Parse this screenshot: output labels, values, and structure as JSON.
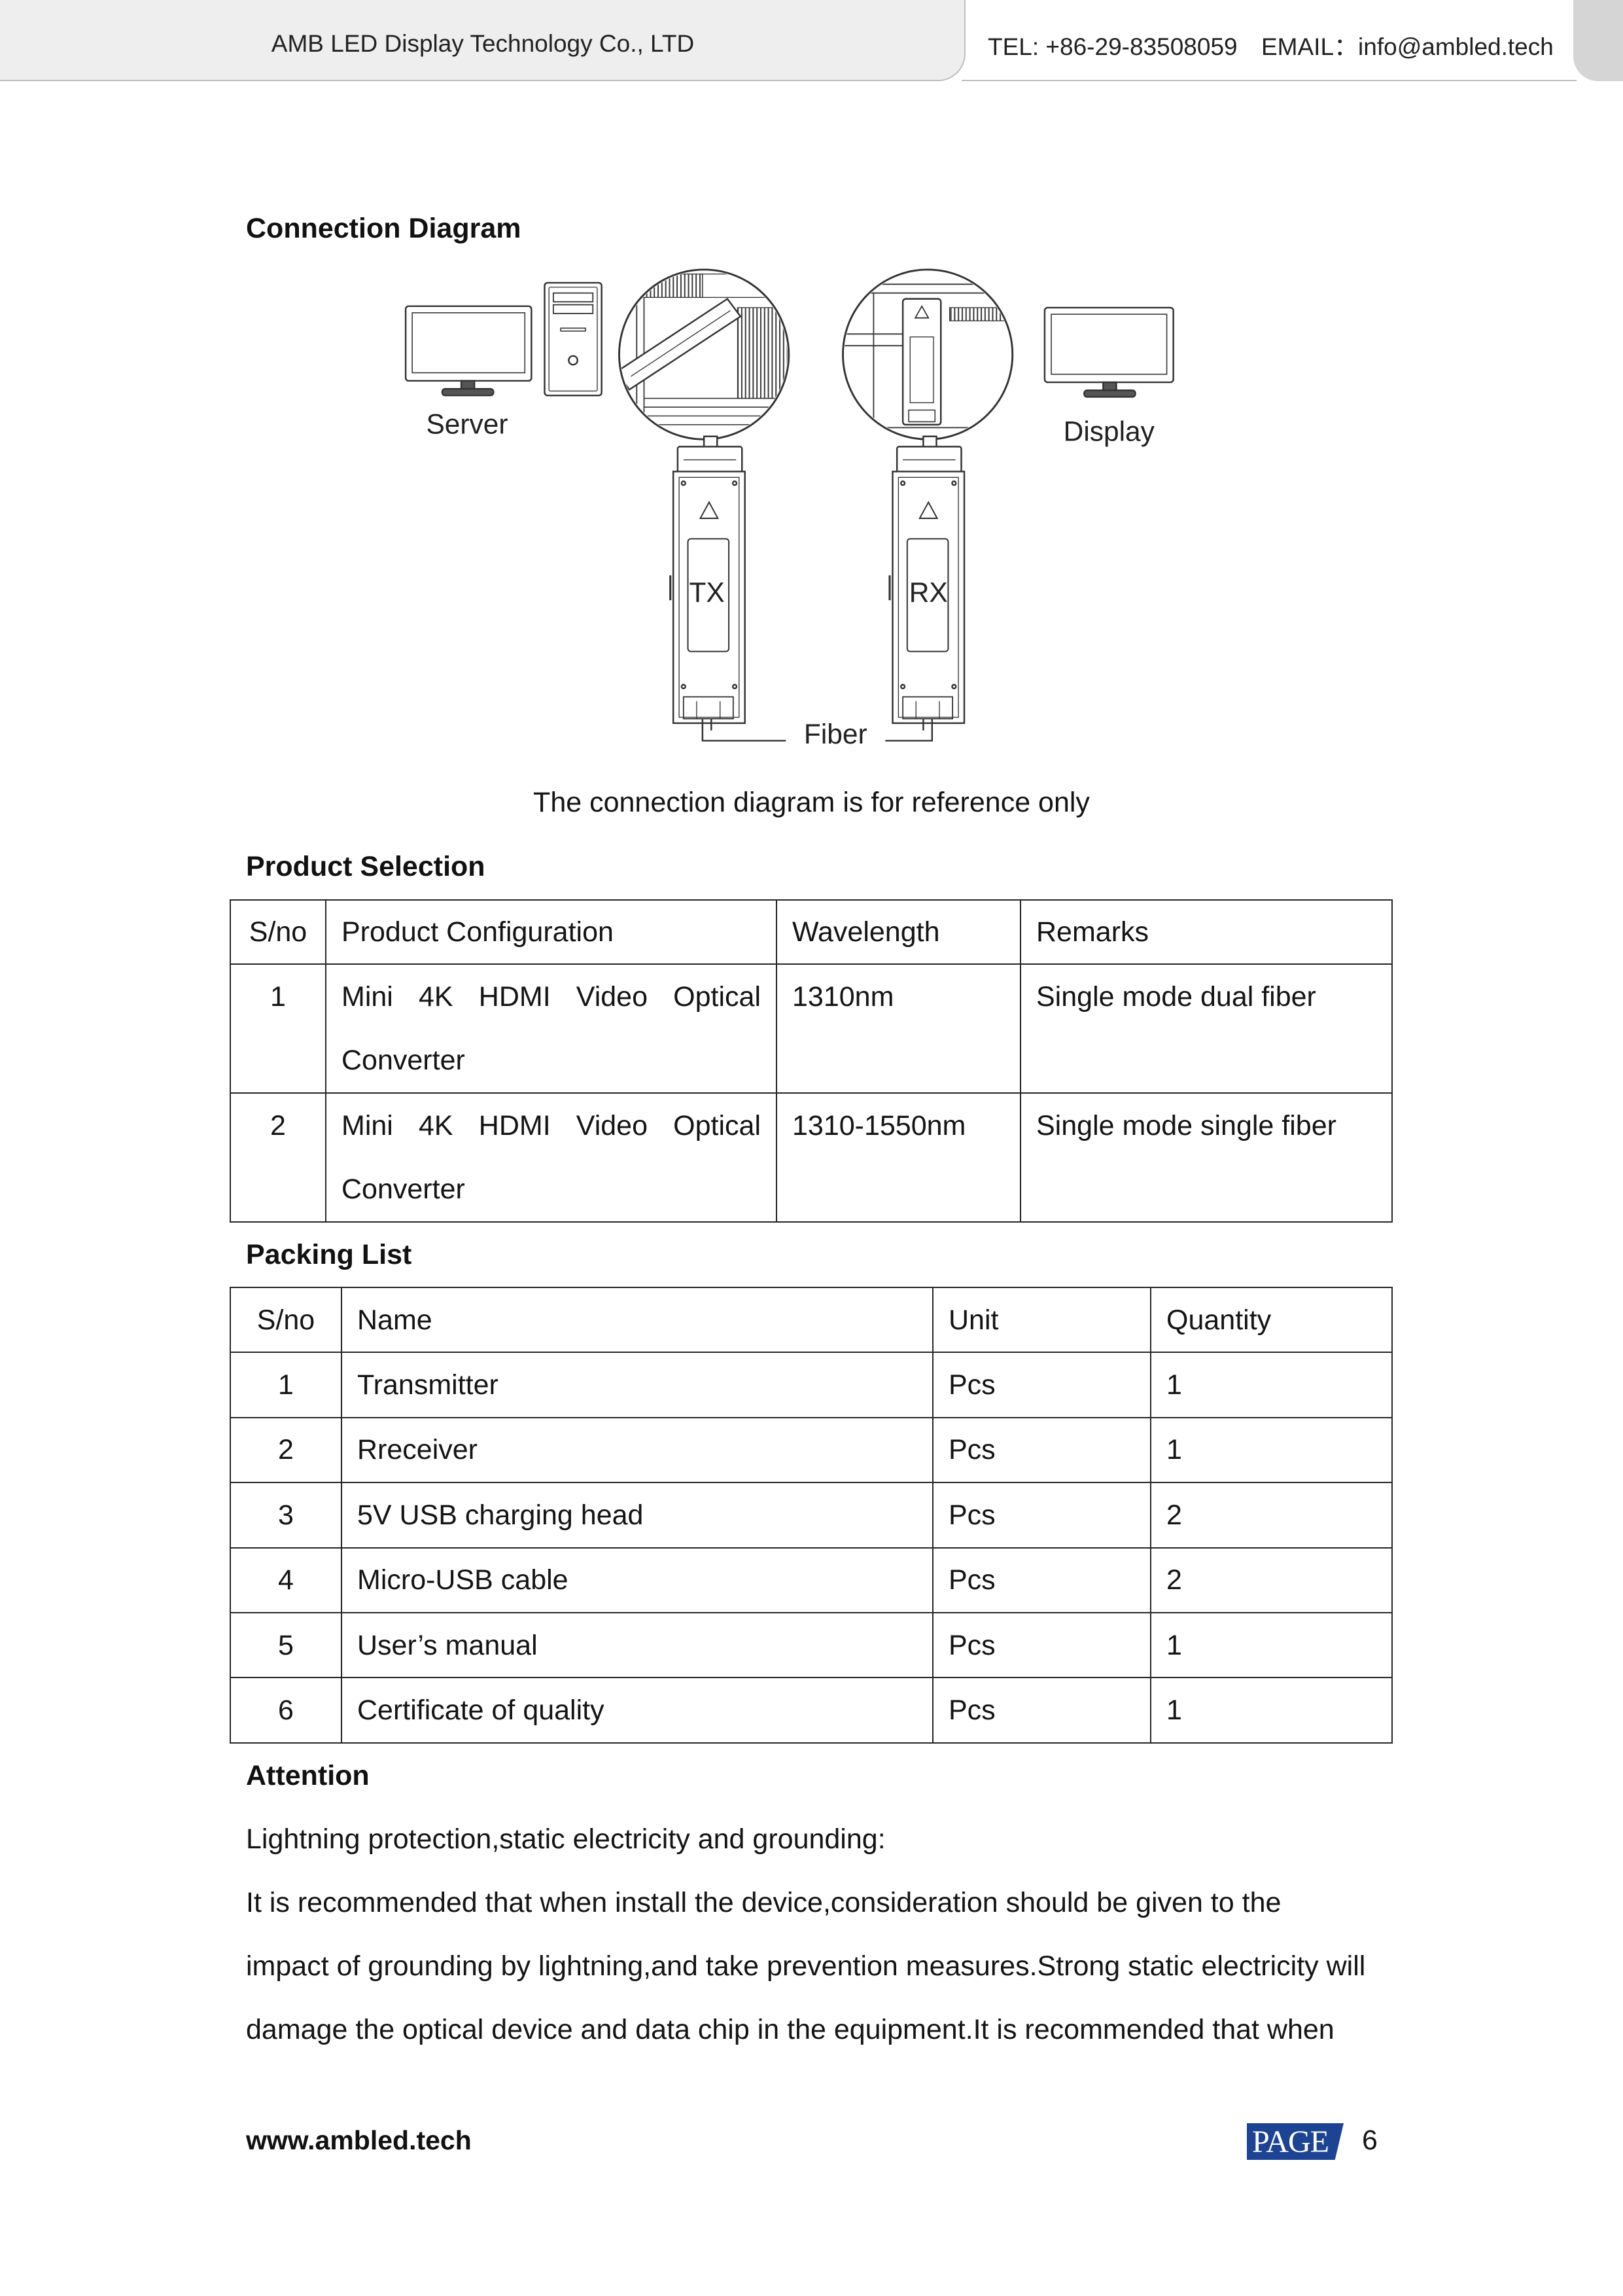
{
  "theme": {
    "header_tab": "#eeeeee",
    "header_tab_right": "#d5d5d5",
    "page_badge": "#1d4494"
  },
  "header": {
    "company": "AMB LED Display Technology Co., LTD",
    "tel": "TEL: +86-29-83508059",
    "email": "EMAIL：info@ambled.tech"
  },
  "connection": {
    "title": "Connection Diagram",
    "diagram_labels": {
      "server": "Server",
      "display": "Display",
      "tx": "TX",
      "rx": "RX",
      "fiber": "Fiber"
    },
    "caption": "The connection diagram is for reference only"
  },
  "product_selection": {
    "title": "Product Selection",
    "headers": [
      "S/no",
      "Product Configuration",
      "Wavelength",
      "Remarks"
    ],
    "rows": [
      [
        "1",
        "Mini 4K HDMI Video Optical Converter",
        "1310nm",
        "Single mode dual fiber"
      ],
      [
        "2",
        "Mini 4K HDMI Video Optical Converter",
        "1310-1550nm",
        "Single mode single fiber"
      ]
    ]
  },
  "packing_list": {
    "title": "Packing List",
    "headers": [
      "S/no",
      "Name",
      "Unit",
      "Quantity"
    ],
    "rows": [
      [
        "1",
        "Transmitter",
        "Pcs",
        "1"
      ],
      [
        "2",
        "Rreceiver",
        "Pcs",
        "1"
      ],
      [
        "3",
        "5V USB charging head",
        "Pcs",
        "2"
      ],
      [
        "4",
        "Micro-USB cable",
        "Pcs",
        "2"
      ],
      [
        "5",
        "User’s manual",
        "Pcs",
        "1"
      ],
      [
        "6",
        "Certificate of quality",
        "Pcs",
        "1"
      ]
    ]
  },
  "attention": {
    "title": "Attention",
    "lines": [
      "Lightning protection,static electricity and grounding:",
      "It is recommended that when install the device,consideration should be given to the",
      "impact of grounding by lightning,and take prevention measures.Strong static electricity will",
      "damage the optical device and data chip in the equipment.It is recommended that when"
    ]
  },
  "footer": {
    "website": "www.ambled.tech",
    "page_label": "PAGE",
    "page_number": "6"
  }
}
